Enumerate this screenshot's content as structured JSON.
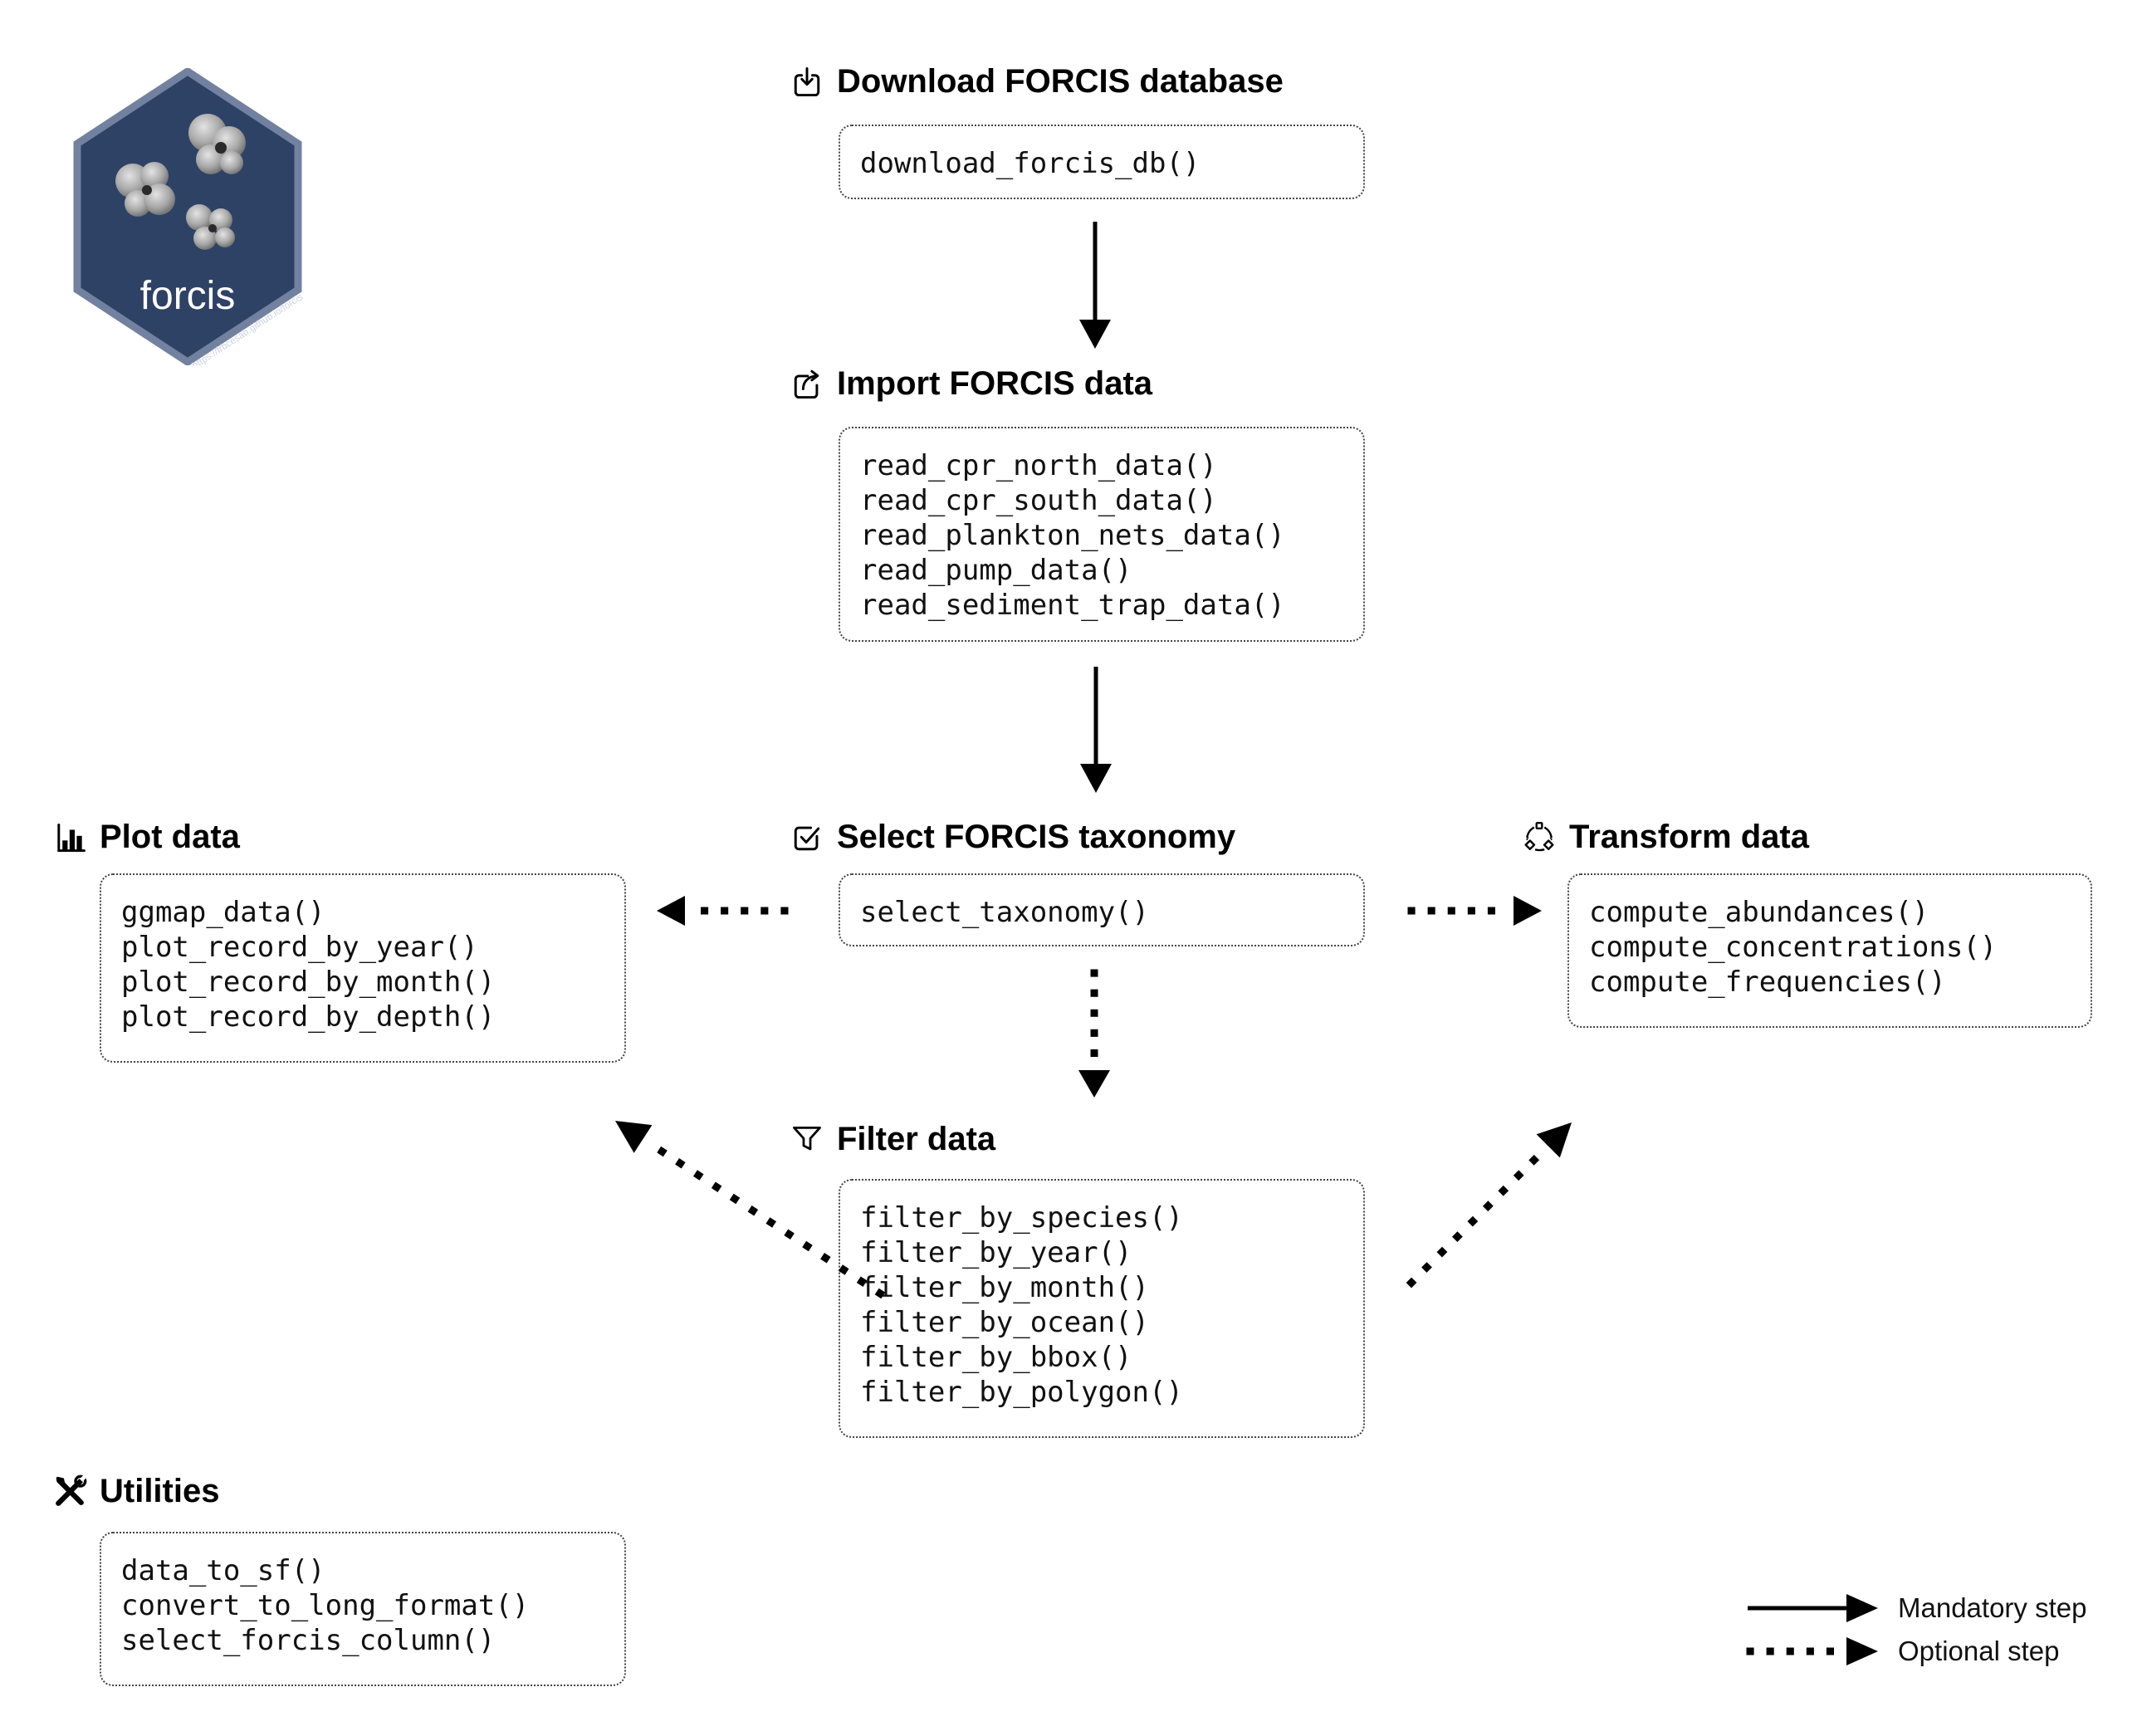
{
  "logo": {
    "label": "forcis",
    "url": "https://frbcesab.github.io/forcis",
    "hex_fill": "#2e4266",
    "hex_border": "#72819f"
  },
  "sections": {
    "download": {
      "title": "Download FORCIS database",
      "icon": "download-tray-icon",
      "functions": [
        "download_forcis_db()"
      ]
    },
    "import": {
      "title": "Import FORCIS data",
      "icon": "export-box-icon",
      "functions": [
        "read_cpr_north_data()",
        "read_cpr_south_data()",
        "read_plankton_nets_data()",
        "read_pump_data()",
        "read_sediment_trap_data()"
      ]
    },
    "plot": {
      "title": "Plot data",
      "icon": "bar-chart-icon",
      "functions": [
        "ggmap_data()",
        "plot_record_by_year()",
        "plot_record_by_month()",
        "plot_record_by_depth()"
      ]
    },
    "select": {
      "title": "Select FORCIS taxonomy",
      "icon": "checkbox-icon",
      "functions": [
        "select_taxonomy()"
      ]
    },
    "transform": {
      "title": "Transform data",
      "icon": "transform-shapes-icon",
      "functions": [
        "compute_abundances()",
        "compute_concentrations()",
        "compute_frequencies()"
      ]
    },
    "filter": {
      "title": "Filter data",
      "icon": "funnel-icon",
      "functions": [
        "filter_by_species()",
        "filter_by_year()",
        "filter_by_month()",
        "filter_by_ocean()",
        "filter_by_bbox()",
        "filter_by_polygon()"
      ]
    },
    "utilities": {
      "title": "Utilities",
      "icon": "crossed-tools-icon",
      "functions": [
        "data_to_sf()",
        "convert_to_long_format()",
        "select_forcis_column()"
      ]
    }
  },
  "legend": {
    "mandatory": "Mandatory step",
    "optional": "Optional step"
  },
  "colors": {
    "background": "#ffffff",
    "text": "#000000",
    "box_border": "#444444",
    "arrow": "#000000"
  }
}
